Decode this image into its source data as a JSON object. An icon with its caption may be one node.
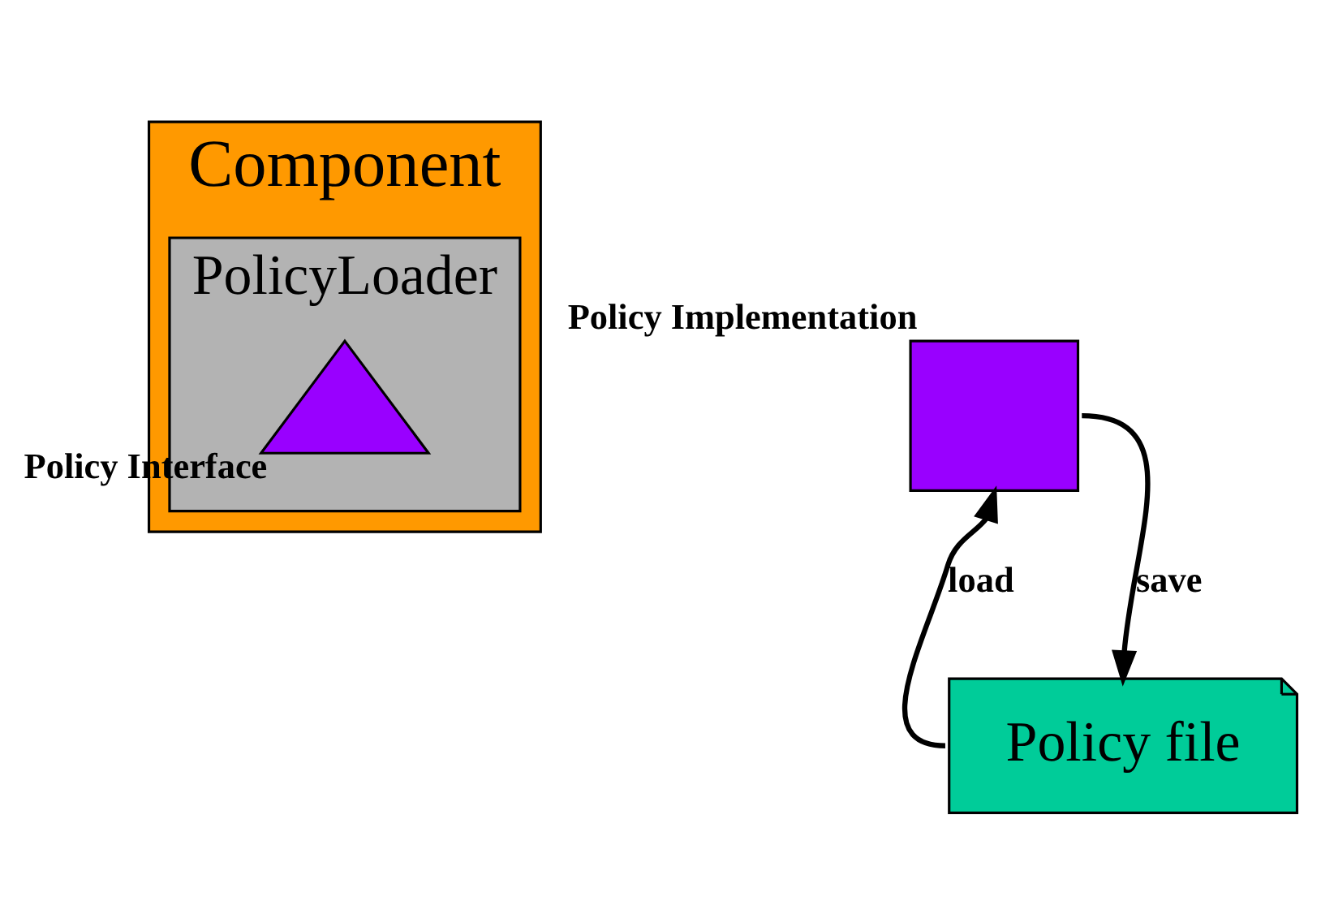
{
  "diagram": {
    "nodes": [
      {
        "text": [
          "Component"
        ]
      },
      {
        "text": [
          "PolicyLoader"
        ],
        "in": 0
      },
      {
        "text": [],
        "shape": "triangle",
        "beside": [
          "Policy Interface"
        ],
        "in": 1
      },
      {
        "text": [],
        "shape": "box",
        "beside": [
          "Policy Implementation"
        ]
      },
      {
        "text": [
          "Policy file"
        ]
      }
    ],
    "edges": [
      {
        "from": 3,
        "to": 4,
        "arrow": "to",
        "label": "save"
      },
      {
        "from": 4,
        "to": 3,
        "arrow": "to",
        "label": "load"
      }
    ]
  }
}
